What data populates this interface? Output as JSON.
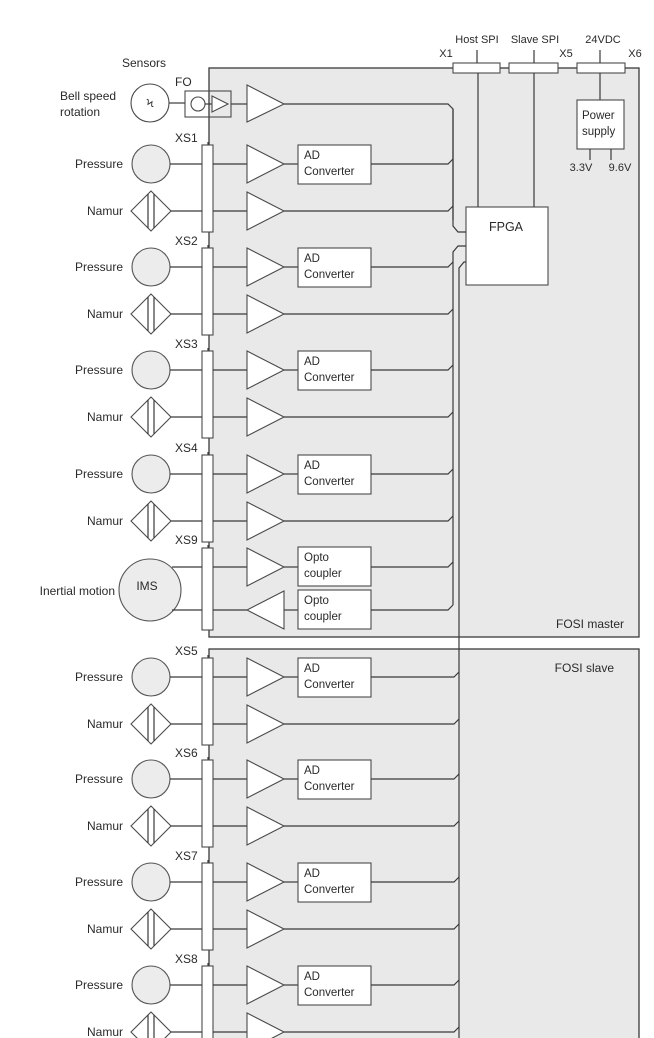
{
  "header": {
    "sensors_label": "Sensors",
    "fo_label": "FO"
  },
  "connectors_top": [
    {
      "id": "X1",
      "signal": "Host SPI"
    },
    {
      "id": "X5",
      "signal": "Slave SPI"
    },
    {
      "id": "X6",
      "signal": "24VDC"
    }
  ],
  "power_supply": {
    "line1": "Power",
    "line2": "supply",
    "outputs": [
      "3.3V",
      "9.6V"
    ]
  },
  "fpga": {
    "label": "FPGA"
  },
  "bell_speed": {
    "line1": "Bell speed",
    "line2": "rotation"
  },
  "master": {
    "label": "FOSI master",
    "groups": [
      {
        "connector": "XS1",
        "sensors": [
          "Pressure",
          "Namur"
        ]
      },
      {
        "connector": "XS2",
        "sensors": [
          "Pressure",
          "Namur"
        ]
      },
      {
        "connector": "XS3",
        "sensors": [
          "Pressure",
          "Namur"
        ]
      },
      {
        "connector": "XS4",
        "sensors": [
          "Pressure",
          "Namur"
        ]
      }
    ],
    "imu": {
      "connector": "XS9",
      "label": "Inertial motion",
      "device": "IMS",
      "couplers": [
        {
          "line1": "Opto",
          "line2": "coupler"
        },
        {
          "line1": "Opto",
          "line2": "coupler"
        }
      ]
    }
  },
  "slave": {
    "label": "FOSI slave",
    "groups": [
      {
        "connector": "XS5",
        "sensors": [
          "Pressure",
          "Namur"
        ]
      },
      {
        "connector": "XS6",
        "sensors": [
          "Pressure",
          "Namur"
        ]
      },
      {
        "connector": "XS7",
        "sensors": [
          "Pressure",
          "Namur"
        ]
      },
      {
        "connector": "XS8",
        "sensors": [
          "Pressure",
          "Namur"
        ]
      }
    ]
  },
  "ad_converter": {
    "line1": "AD",
    "line2": "Converter"
  },
  "colors": {
    "panel_fill": "#e9e9e9",
    "line": "#3a3a3a",
    "sensor_fill": "#ececec"
  }
}
